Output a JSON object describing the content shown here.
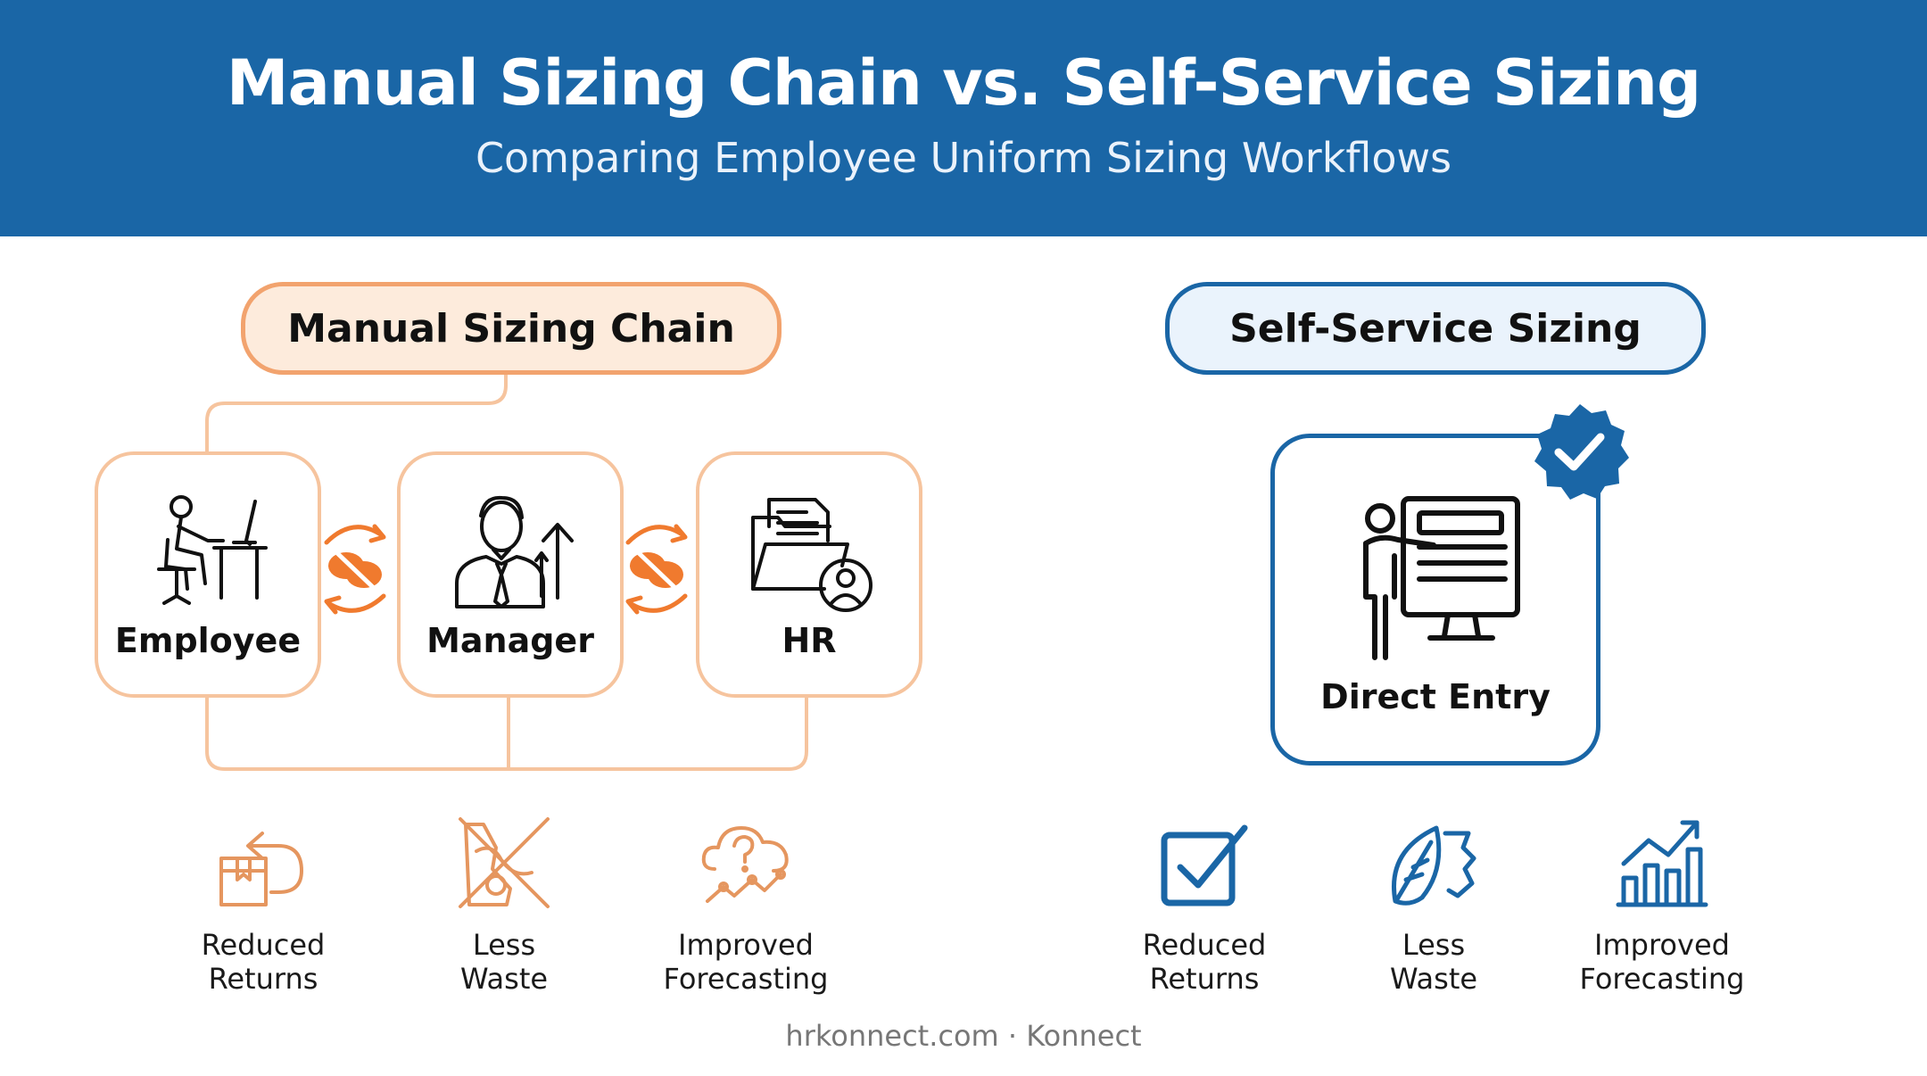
{
  "header": {
    "title": "Manual Sizing Chain vs. Self-Service Sizing",
    "subtitle": "Comparing Employee Uniform Sizing Workflows"
  },
  "manual": {
    "heading": "Manual Sizing Chain",
    "steps": [
      {
        "label": "Employee",
        "icon": "employee-desk-icon"
      },
      {
        "label": "Manager",
        "icon": "manager-icon"
      },
      {
        "label": "HR",
        "icon": "hr-folder-icon"
      }
    ],
    "benefits": [
      {
        "line1": "Reduced",
        "line2": "Returns",
        "icon": "return-box-icon"
      },
      {
        "line1": "Less",
        "line2": "Waste",
        "icon": "waste-crossed-icon"
      },
      {
        "line1": "Improved",
        "line2": "Forecasting",
        "icon": "cloud-question-icon"
      }
    ]
  },
  "self_service": {
    "heading": "Self-Service Sizing",
    "step": {
      "label": "Direct Entry",
      "icon": "presenter-screen-icon"
    },
    "benefits": [
      {
        "line1": "Reduced",
        "line2": "Returns",
        "icon": "checkbox-icon"
      },
      {
        "line1": "Less",
        "line2": "Waste",
        "icon": "leaf-icon"
      },
      {
        "line1": "Improved",
        "line2": "Forecasting",
        "icon": "bar-growth-icon"
      }
    ]
  },
  "footer": "hrkonnect.com · Konnect",
  "colors": {
    "brand_blue": "#1a66a6",
    "accent_orange": "#f07a2e",
    "light_orange": "#f6c49e"
  }
}
